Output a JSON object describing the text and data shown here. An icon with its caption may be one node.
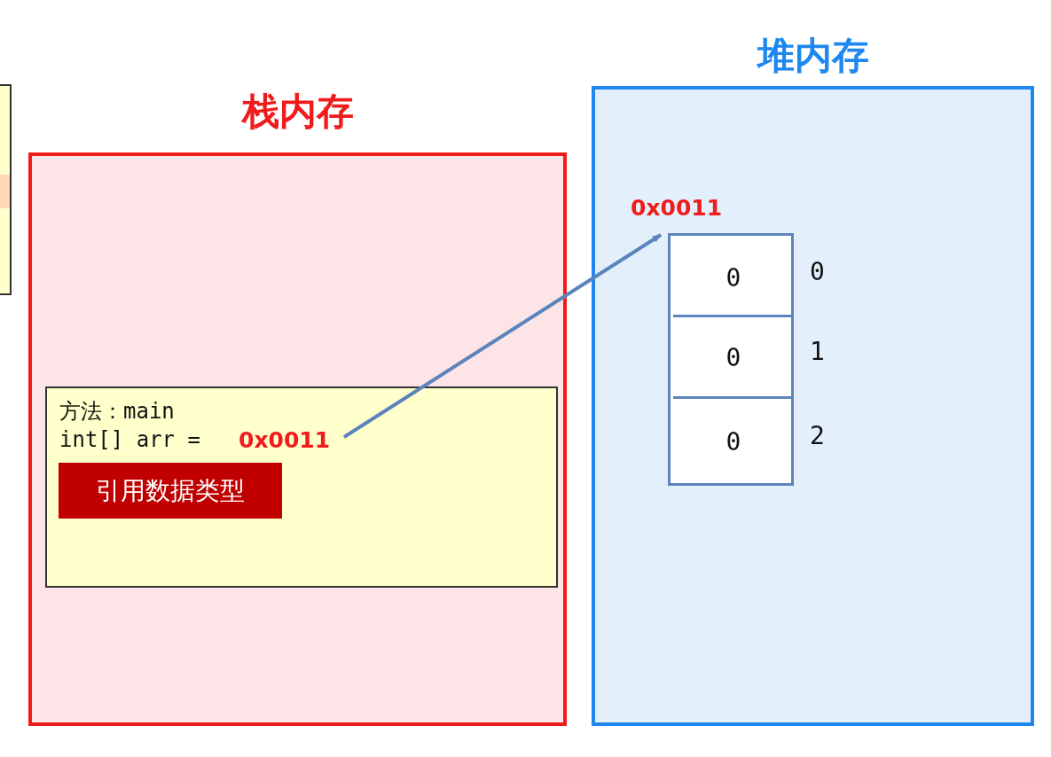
{
  "diagram": {
    "nodes": [
      {
        "text": [],
        "shape": "box"
      },
      {
        "text": [
          "栈内存"
        ]
      },
      {
        "text": [
          "堆内存"
        ]
      },
      {
        "text": [
          "方法：main",
          "int[] arr ="
        ],
        "in": 1
      },
      {
        "text": [
          "0x0011"
        ],
        "in": 3
      },
      {
        "text": [
          "引用数据类型"
        ],
        "in": 3
      },
      {
        "text": [
          "0x0011"
        ],
        "in": 2
      },
      {
        "text": [
          "0"
        ],
        "in": 6
      },
      {
        "text": [
          "0"
        ],
        "in": 6
      },
      {
        "text": [
          "0"
        ],
        "in": 6
      }
    ],
    "labels": [
      "0",
      "1",
      "2"
    ],
    "edges": [
      {
        "from": 4,
        "to": 6,
        "arrow": "to"
      }
    ]
  }
}
